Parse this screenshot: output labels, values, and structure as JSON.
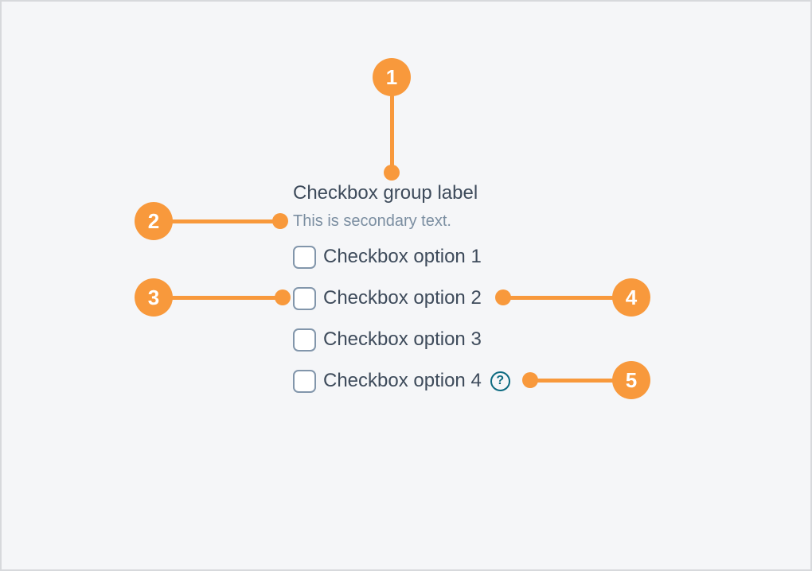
{
  "colors": {
    "canvas_background": "#f5f6f8",
    "canvas_border": "#d7d9dc",
    "annotation_orange": "#f8993c",
    "text_primary": "#3e4b5b",
    "text_secondary": "#7b8ea1",
    "checkbox_border": "#8296ab",
    "checkbox_fill": "#ffffff",
    "help_icon_teal": "#0c6a80"
  },
  "checkbox_group": {
    "label": "Checkbox group label",
    "secondary_text": "This is secondary text.",
    "options": [
      {
        "label": "Checkbox option 1",
        "checked": false,
        "has_help_icon": false
      },
      {
        "label": "Checkbox option 2",
        "checked": false,
        "has_help_icon": false
      },
      {
        "label": "Checkbox option 3",
        "checked": false,
        "has_help_icon": false
      },
      {
        "label": "Checkbox option 4",
        "checked": false,
        "has_help_icon": true
      }
    ],
    "help_icon_glyph": "?"
  },
  "annotations": {
    "markers": [
      {
        "number": "1"
      },
      {
        "number": "2"
      },
      {
        "number": "3"
      },
      {
        "number": "4"
      },
      {
        "number": "5"
      }
    ]
  }
}
